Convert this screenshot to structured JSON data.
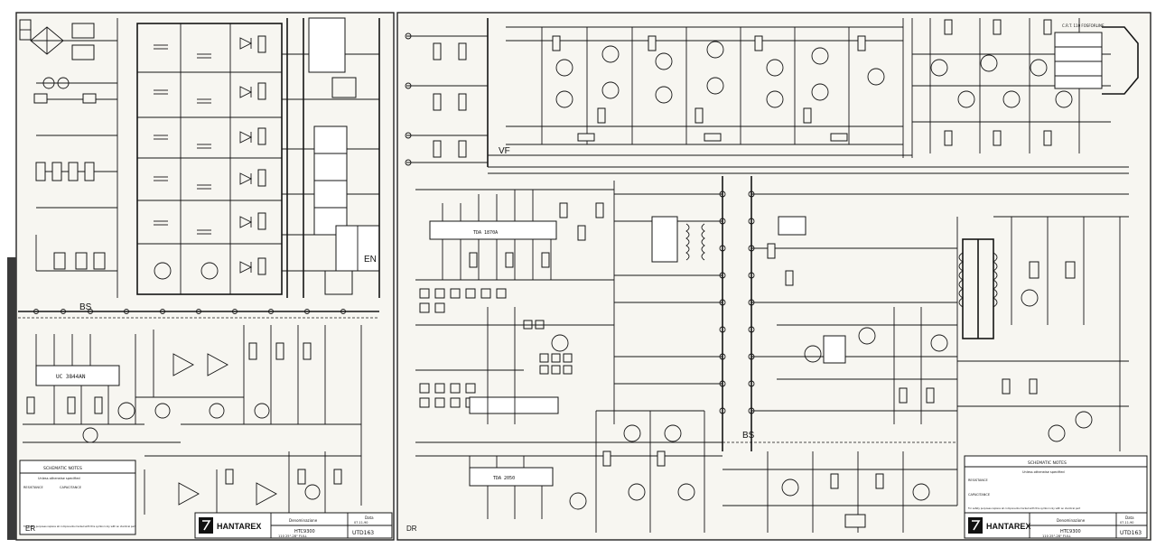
{
  "sheets": {
    "left": {
      "section_labels": {
        "bs": "BS",
        "en": "EN",
        "er": "ER"
      },
      "ic_label": "UC 3844AN",
      "title_block": {
        "logo": "HANTAREX",
        "description_label": "Denominazione",
        "description": "HTC9300",
        "subtitle": "110 25\"-28\" FULL",
        "date_label": "Data",
        "date": "07-11-90",
        "code": "UTD163"
      },
      "notes": {
        "title": "SCHEMATIC NOTES",
        "subtitle": "Unless otherwise specified",
        "resistance_label": "RESISTANCE",
        "capacitance_label": "CAPACITANCE",
        "safety_note": "For safety purposes replace all components marked with this symbol only with an identical part"
      }
    },
    "right": {
      "section_labels": {
        "vf": "VF",
        "bs": "BS",
        "dr": "DR"
      },
      "ic_labels": [
        "TDA 1870A",
        "TDA 2050"
      ],
      "crt_label": "C.R.T. 110 FOSFORLINE",
      "title_block": {
        "logo": "HANTAREX",
        "description_label": "Denominazione",
        "description": "HTC9300",
        "subtitle": "110 25\"-28\" FULL",
        "date_label": "Data",
        "date": "07-11-90",
        "code": "UTD163"
      },
      "notes": {
        "title": "SCHEMATIC NOTES",
        "subtitle": "Unless otherwise specified",
        "resistance_label": "RESISTANCE",
        "capacitance_label": "CAPACITANCE",
        "safety_note": "For safety purposes replace all components marked with this symbol only with an identical part"
      }
    }
  }
}
